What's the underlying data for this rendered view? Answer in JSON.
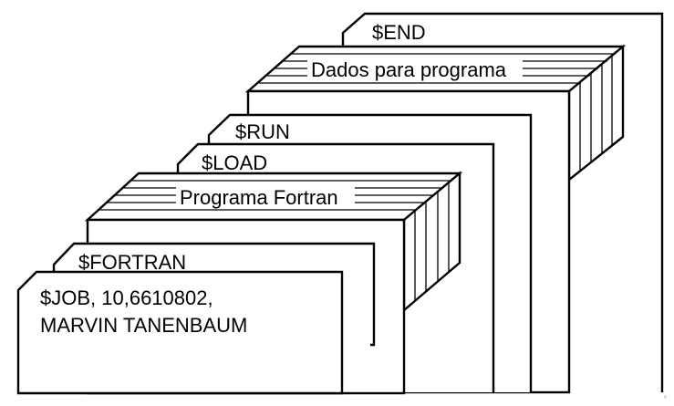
{
  "diagram": {
    "cards": {
      "end": "$END",
      "data": "Dados para programa",
      "run": "$RUN",
      "load": "$LOAD",
      "program": "Programa Fortran",
      "fortran": "$FORTRAN",
      "job_line1": "$JOB, 10,6610802,",
      "job_line2": "MARVIN TANENBAUM"
    },
    "corner_mark": "v"
  }
}
